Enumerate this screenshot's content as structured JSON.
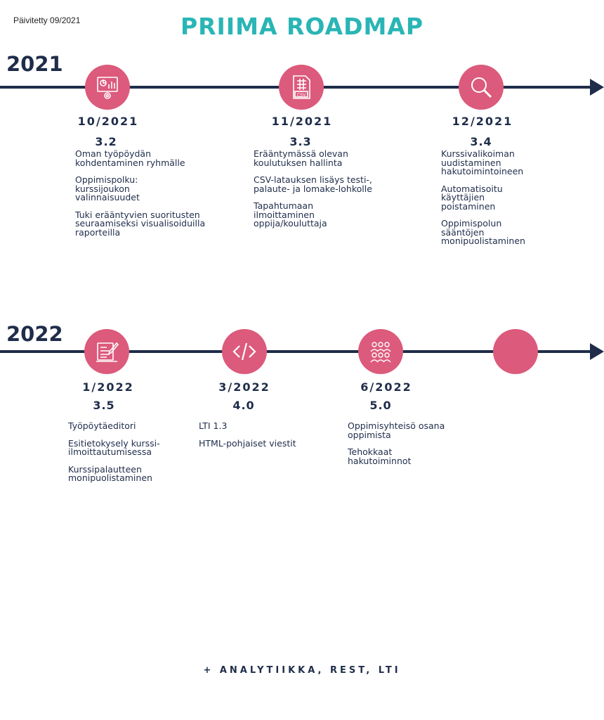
{
  "updated": "Päivitetty 09/2021",
  "title": "PRIIMA ROADMAP",
  "footer": "+ ANALYTIIKKA, REST, LTI",
  "colors": {
    "accent": "#dc5a7b",
    "title": "#2ab5b5",
    "navy": "#1f2d4a"
  },
  "rows": [
    {
      "year": "2021",
      "milestones": [
        {
          "icon": "analytics-icon",
          "date": "10/2021",
          "version": "3.2",
          "items": [
            "Oman työpöydän kohdentaminen ryhmälle",
            "Oppimispolku: kurssijoukon valinnaisuudet",
            "Tuki erääntyvien suoritusten seuraamiseksi visualisoiduilla raporteilla"
          ]
        },
        {
          "icon": "csv-file-icon",
          "date": "11/2021",
          "version": "3.3",
          "items": [
            "Erääntymässä olevan koulutuksen hallinta",
            "CSV-latauksen lisäys testi-, palaute- ja lomake-lohkolle",
            "Tapahtumaan ilmoittaminen oppija/kouluttaja"
          ]
        },
        {
          "icon": "search-icon",
          "date": "12/2021",
          "version": "3.4",
          "items": [
            "Kurssivalikoiman uudistaminen hakutoimintoineen",
            "Automatisoitu käyttäjien poistaminen",
            "Oppimispolun sääntöjen monipuolistaminen"
          ]
        }
      ]
    },
    {
      "year": "2022",
      "milestones": [
        {
          "icon": "editor-icon",
          "date": "1/2022",
          "version": "3.5",
          "items": [
            "Työpöytäeditori",
            "Esitietokysely kurssi-ilmoittautumisessa",
            "Kurssipalautteen monipuolistaminen"
          ]
        },
        {
          "icon": "code-icon",
          "date": "3/2022",
          "version": "4.0",
          "items": [
            "LTI 1.3",
            "HTML-pohjaiset viestit"
          ]
        },
        {
          "icon": "community-icon",
          "date": "6/2022",
          "version": "5.0",
          "items": [
            "Oppimisyhteisö osana oppimista",
            "Tehokkaat hakutoiminnot"
          ]
        }
      ]
    }
  ]
}
